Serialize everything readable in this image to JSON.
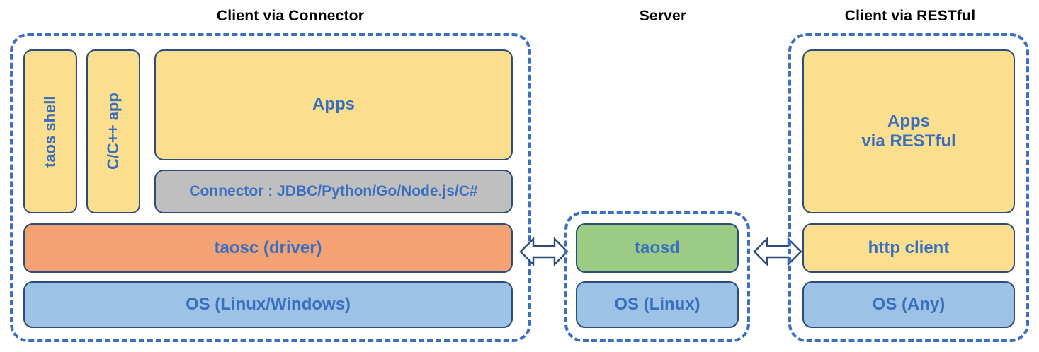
{
  "diagram": {
    "title_left": "Client via Connector",
    "title_middle": "Server",
    "title_right": "Client via RESTful",
    "colors": {
      "dashed_border": "#3A6FC4",
      "box_border": "#2E4B7A",
      "text_blue": "#3A6FBF",
      "yellow": "#FBDF8E",
      "grey": "#BFBFBF",
      "orange": "#F4A273",
      "blue": "#9CC3E5",
      "green": "#9CCB86",
      "title_black": "#000000"
    }
  },
  "client_connector": {
    "taos_shell": "taos shell",
    "c_cpp_app": "C/C++ app",
    "apps": "Apps",
    "connector": "Connector : JDBC/Python/Go/Node.js/C#",
    "taosc": "taosc (driver)",
    "os": "OS (Linux/Windows)"
  },
  "server": {
    "taosd": "taosd",
    "os": "OS (Linux)"
  },
  "client_restful": {
    "apps_line1": "Apps",
    "apps_line2": "via RESTful",
    "http_client": "http client",
    "os": "OS (Any)"
  },
  "arrows": {
    "left_arrow": "double-headed-arrow",
    "right_arrow": "double-headed-arrow"
  }
}
